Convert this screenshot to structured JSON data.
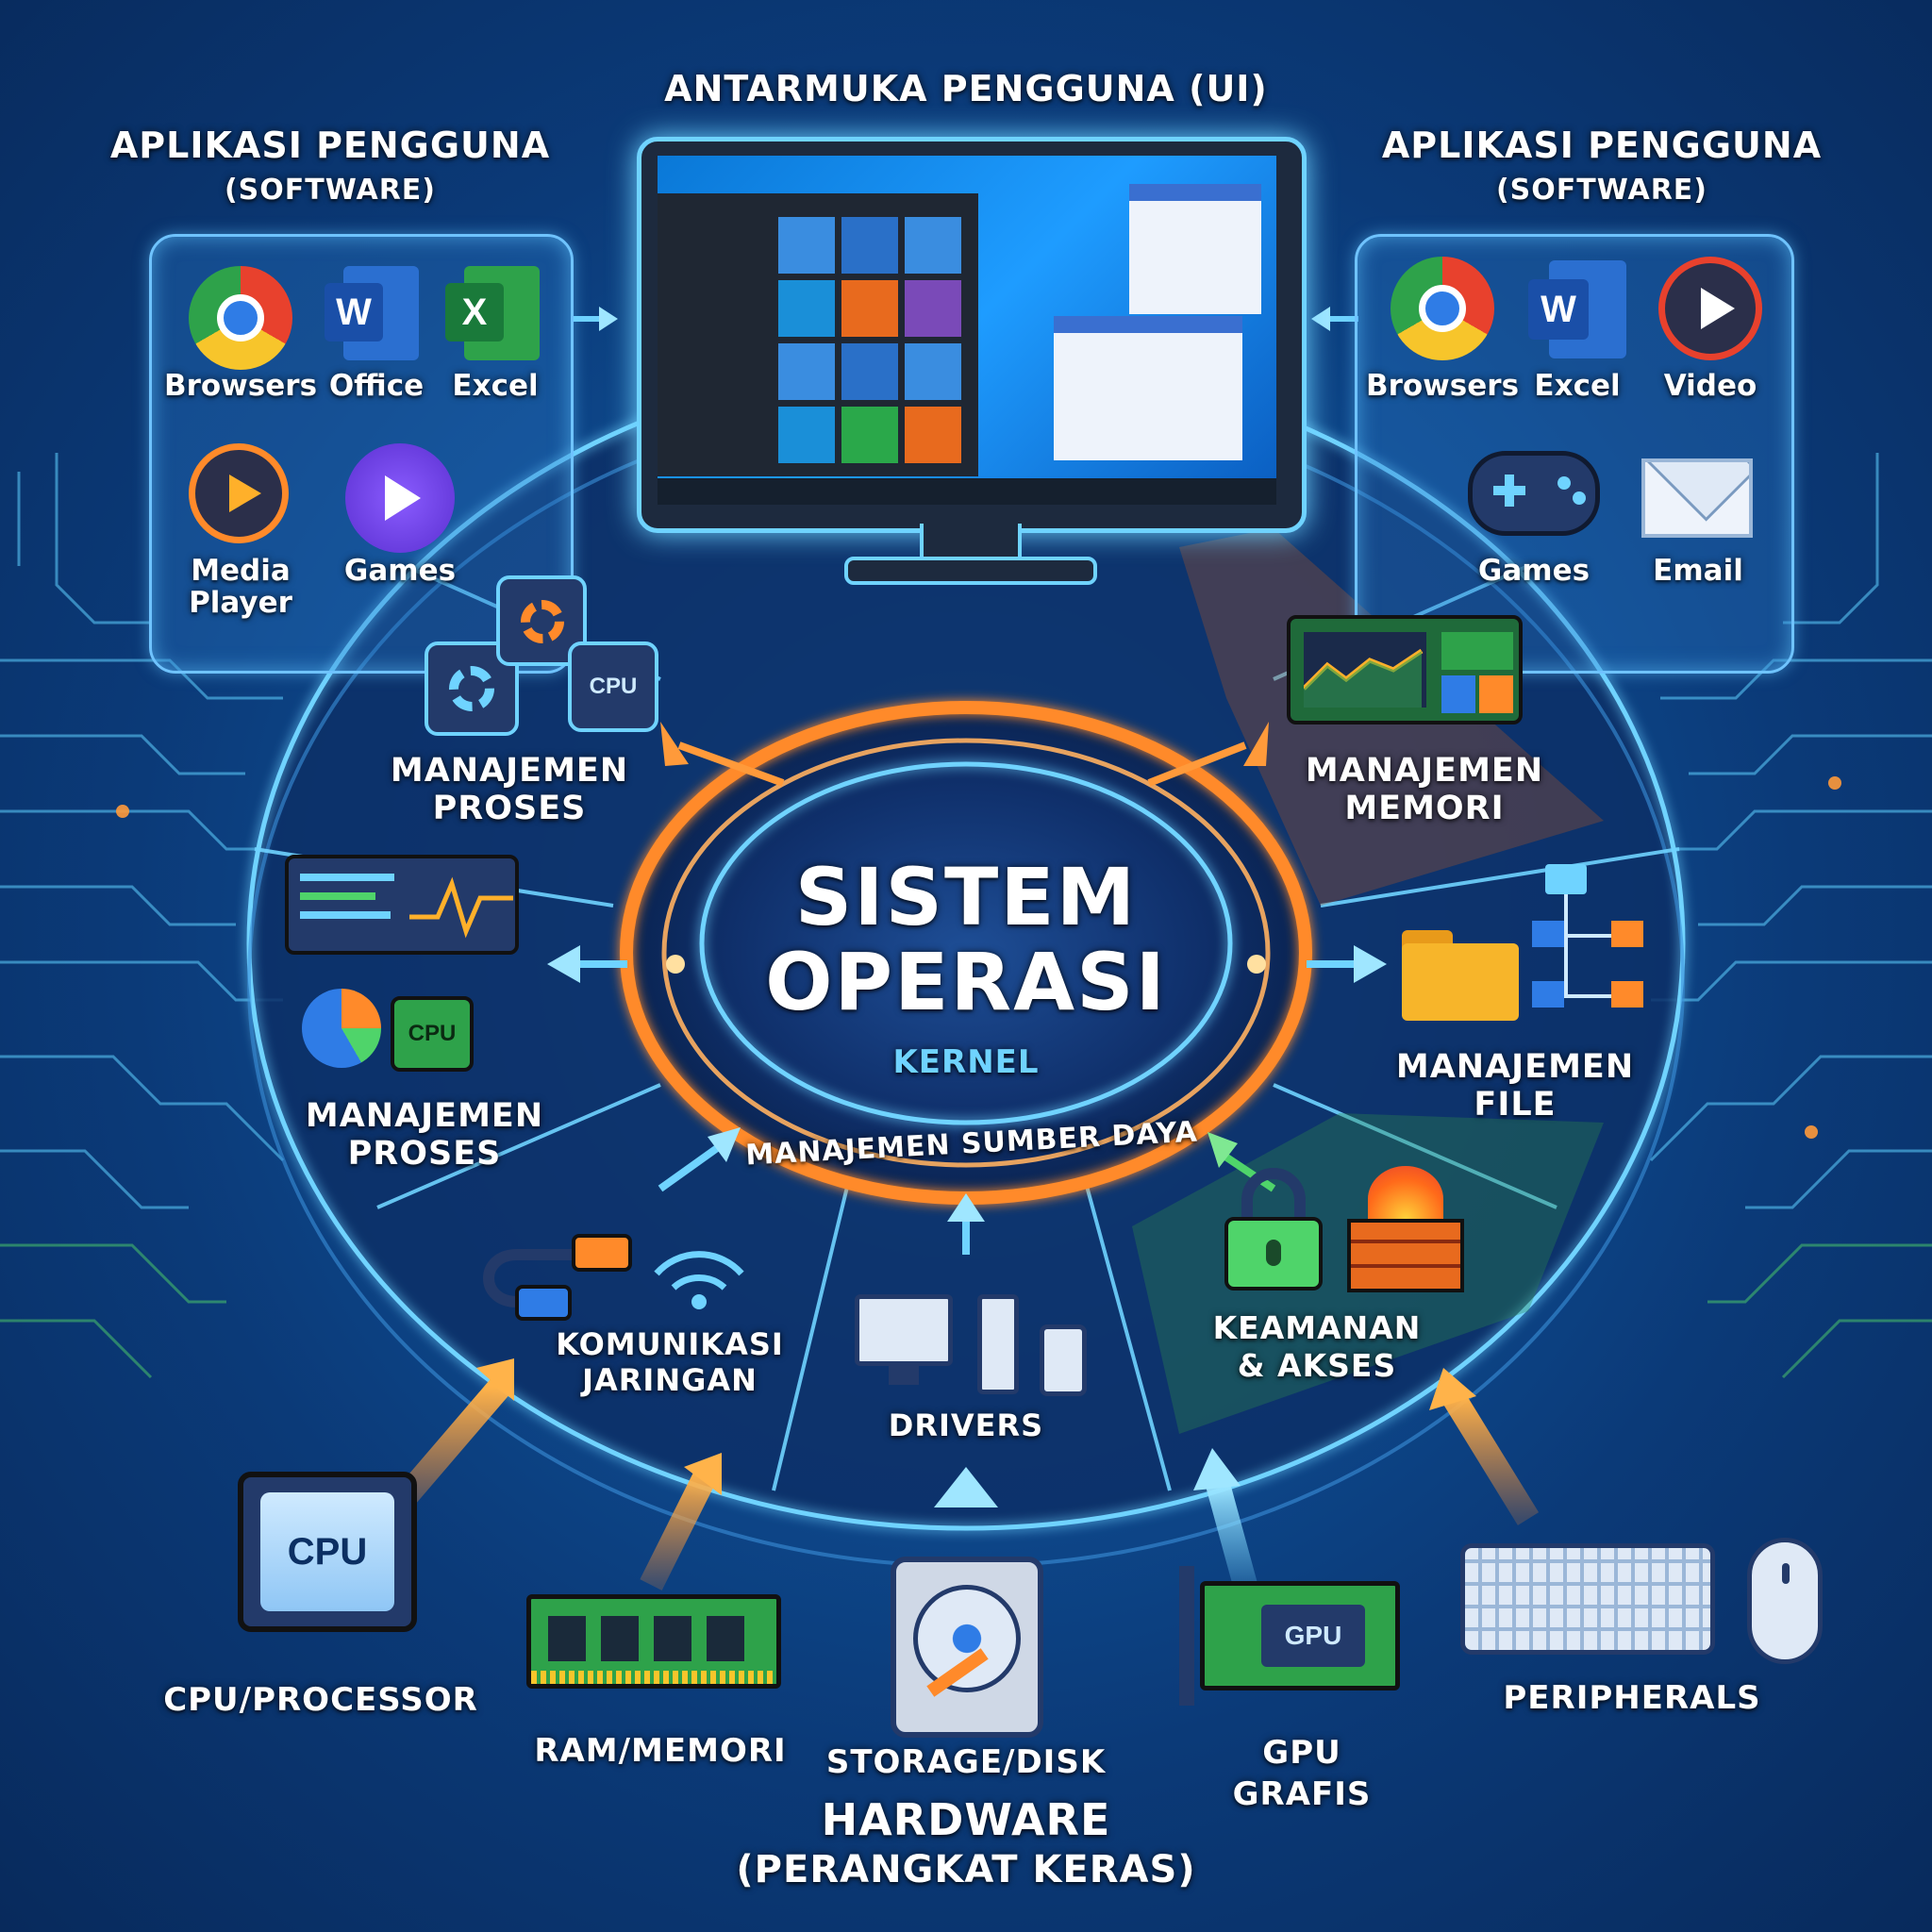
{
  "header": {
    "title": "ANTARMUKA PENGGUNA (UI)"
  },
  "apps_left": {
    "title": "APLIKASI PENGGUNA",
    "subtitle": "(SOFTWARE)",
    "items": [
      {
        "label": "Browsers",
        "icon": "chrome-icon"
      },
      {
        "label": "Office",
        "icon": "word-icon"
      },
      {
        "label": "Excel",
        "icon": "excel-icon"
      },
      {
        "label": "Media\nPlayer",
        "icon": "media-player-icon"
      },
      {
        "label": "Games",
        "icon": "games-icon"
      }
    ]
  },
  "apps_right": {
    "title": "APLIKASI PENGGUNA",
    "subtitle": "(SOFTWARE)",
    "items": [
      {
        "label": "Browsers",
        "icon": "chrome-icon"
      },
      {
        "label": "Excel",
        "icon": "word-icon"
      },
      {
        "label": "Video",
        "icon": "video-play-icon"
      },
      {
        "label": "Games",
        "icon": "gamepad-icon"
      },
      {
        "label": "Email",
        "icon": "envelope-icon"
      }
    ]
  },
  "center": {
    "title_line1": "SISTEM",
    "title_line2": "OPERASI",
    "kernel": "KERNEL",
    "ring_text": "MANAJEMEN SUMBER DAYA"
  },
  "sections": [
    {
      "id": "proses-top",
      "line1": "MANAJEMEN",
      "line2": "PROSES"
    },
    {
      "id": "memori",
      "line1": "MANAJEMEN",
      "line2": "MEMORI"
    },
    {
      "id": "proses-left",
      "line1": "MANAJEMEN",
      "line2": "PROSES"
    },
    {
      "id": "file",
      "line1": "MANAJEMEN",
      "line2": "FILE"
    },
    {
      "id": "jaringan",
      "line1": "KOMUNIKASI",
      "line2": "JARINGAN"
    },
    {
      "id": "drivers",
      "line1": "DRIVERS",
      "line2": ""
    },
    {
      "id": "keamanan",
      "line1": "KEAMANAN",
      "line2": "& AKSES"
    }
  ],
  "hardware": {
    "cpu": "CPU/PROCESSOR",
    "ram": "RAM/MEMORI",
    "storage": "STORAGE/DISK",
    "gpu_line1": "GPU",
    "gpu_line2": "GRAFIS",
    "peripherals": "PERIPHERALS",
    "title": "HARDWARE",
    "subtitle": "(PERANGKAT KERAS)"
  },
  "chip_labels": {
    "cpu": "CPU",
    "gpu": "GPU"
  },
  "colors": {
    "orange": "#ff8a2a",
    "cyan": "#6fd3ff",
    "green": "#4fd46a",
    "navy": "#0b2f63"
  }
}
